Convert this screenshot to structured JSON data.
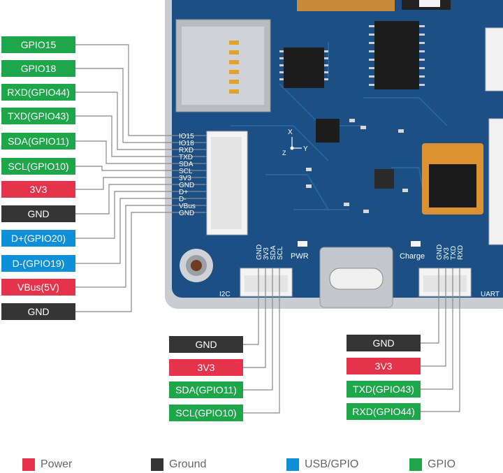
{
  "colors": {
    "power": "#e5334b",
    "ground": "#353535",
    "usb": "#0e8fd8",
    "gpio": "#1ea64a",
    "board": "#1c4f83"
  },
  "left_header": {
    "pins": [
      {
        "label": "GPIO15",
        "type": "gpio",
        "silk": "IO15"
      },
      {
        "label": "GPIO18",
        "type": "gpio",
        "silk": "IO18"
      },
      {
        "label": "RXD(GPIO44)",
        "type": "gpio",
        "silk": "RXD"
      },
      {
        "label": "TXD(GPIO43)",
        "type": "gpio",
        "silk": "TXD"
      },
      {
        "label": "SDA(GPIO11)",
        "type": "gpio",
        "silk": "SDA"
      },
      {
        "label": "SCL(GPIO10)",
        "type": "gpio",
        "silk": "SCL"
      },
      {
        "label": "3V3",
        "type": "power",
        "silk": "3V3"
      },
      {
        "label": "GND",
        "type": "ground",
        "silk": "GND"
      },
      {
        "label": "D+(GPIO20)",
        "type": "usb",
        "silk": "D+"
      },
      {
        "label": "D-(GPIO19)",
        "type": "usb",
        "silk": "D-"
      },
      {
        "label": "VBus(5V)",
        "type": "power",
        "silk": "VBus"
      },
      {
        "label": "GND",
        "type": "ground",
        "silk": "GND"
      }
    ]
  },
  "i2c_connector": {
    "name": "I2C",
    "silk": [
      "GND",
      "3V3",
      "SDA",
      "SCL"
    ],
    "pins": [
      {
        "label": "GND",
        "type": "ground"
      },
      {
        "label": "3V3",
        "type": "power"
      },
      {
        "label": "SDA(GPIO11)",
        "type": "gpio"
      },
      {
        "label": "SCL(GPIO10)",
        "type": "gpio"
      }
    ]
  },
  "uart_connector": {
    "name": "UART",
    "silk": [
      "GND",
      "3V3",
      "TXD",
      "RXD"
    ],
    "pins": [
      {
        "label": "GND",
        "type": "ground"
      },
      {
        "label": "3V3",
        "type": "power"
      },
      {
        "label": "TXD(GPIO43)",
        "type": "gpio"
      },
      {
        "label": "RXD(GPIO44)",
        "type": "gpio"
      }
    ]
  },
  "board_labels": {
    "pwr": "PWR",
    "charge": "Charge",
    "axis_x": "X",
    "axis_y": "Y",
    "axis_z": "Z"
  },
  "legend": [
    {
      "label": "Power",
      "type": "power"
    },
    {
      "label": "Ground",
      "type": "ground"
    },
    {
      "label": "USB/GPIO",
      "type": "usb"
    },
    {
      "label": "GPIO",
      "type": "gpio"
    }
  ]
}
